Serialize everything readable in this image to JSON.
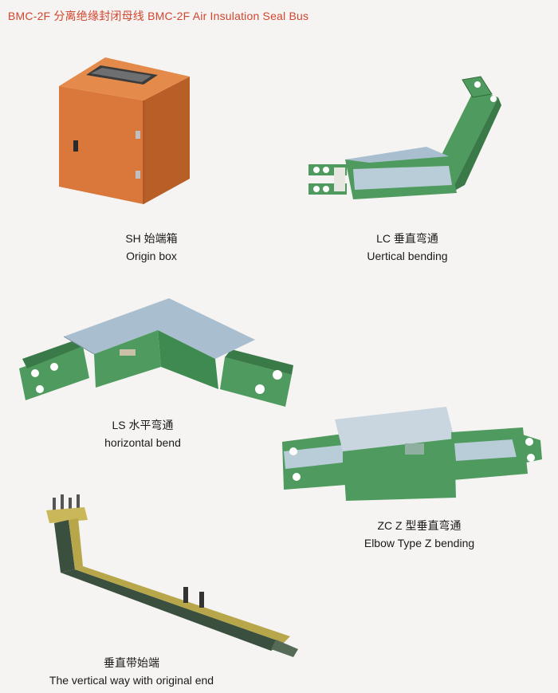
{
  "header": {
    "title": "BMC-2F 分离绝缘封闭母线   BMC-2F Air Insulation Seal Bus",
    "color": "#d2452e"
  },
  "products": [
    {
      "id": "sh",
      "code_cn": "SH 始端箱",
      "en": "Origin box",
      "icon": "origin-box-icon"
    },
    {
      "id": "lc",
      "code_cn": "LC 垂直弯通",
      "en": "Uertical bending",
      "icon": "vertical-bending-icon"
    },
    {
      "id": "ls",
      "code_cn": "LS 水平弯通",
      "en": "horizontal bend",
      "icon": "horizontal-bend-icon"
    },
    {
      "id": "zc",
      "code_cn": "ZC Z 型垂直弯通",
      "en": "Elbow Type Z bending",
      "icon": "z-bending-icon"
    },
    {
      "id": "vo",
      "code_cn": "垂直带始端",
      "en": "The vertical way with original end",
      "icon": "vertical-original-end-icon"
    }
  ],
  "colors": {
    "box_orange": "#d9783a",
    "bus_green": "#4f9a5e",
    "cover_blue": "#a9bfcf",
    "bus_olive": "#b7a64a",
    "background": "#f5f4f2"
  }
}
